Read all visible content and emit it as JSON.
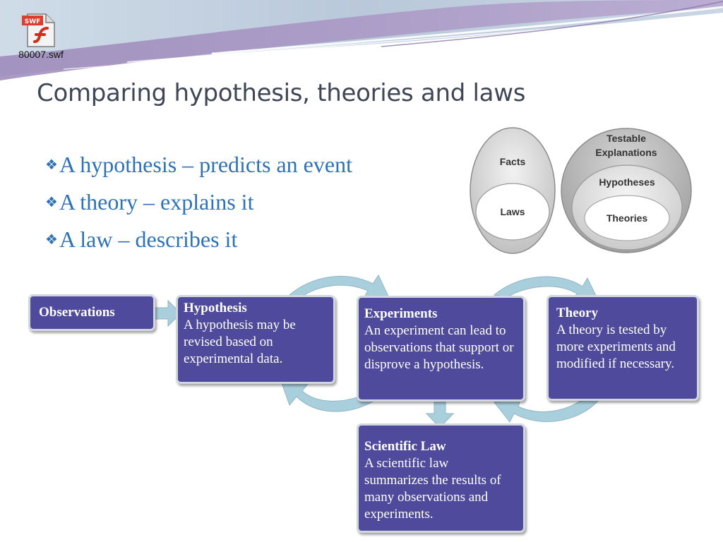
{
  "file_icon": {
    "badge": "SWF",
    "label": "80007.swf"
  },
  "title": "Comparing hypothesis, theories and laws",
  "bullets": [
    {
      "marker": "❖",
      "text": "A hypothesis – predicts an event"
    },
    {
      "marker": "❖",
      "text": "A theory – explains it"
    },
    {
      "marker": "❖",
      "text": "A law – describes it"
    }
  ],
  "venn": {
    "left_outer": "Facts",
    "left_inner": "Laws",
    "right_outer_line1": "Testable",
    "right_outer_line2": "Explanations",
    "right_middle": "Hypotheses",
    "right_inner": "Theories"
  },
  "flow": {
    "observations": {
      "title": "Observations"
    },
    "hypothesis": {
      "title": "Hypothesis",
      "text": "A hypothesis may be revised based on experimental data."
    },
    "experiments": {
      "title": "Experiments",
      "text": "An experiment can lead to observations that support or disprove a hypothesis."
    },
    "theory": {
      "title": "Theory",
      "text": "A theory is tested by more experiments and modified if necessary."
    },
    "scientific_law": {
      "title": "Scientific Law",
      "text": "A scientific law summarizes the results of many observations and experiments."
    }
  },
  "colors": {
    "box_fill": "#4f4a9b",
    "arrow_fill": "#aacfdc",
    "bullet_text": "#2e72b8",
    "title_text": "#3f4656"
  }
}
